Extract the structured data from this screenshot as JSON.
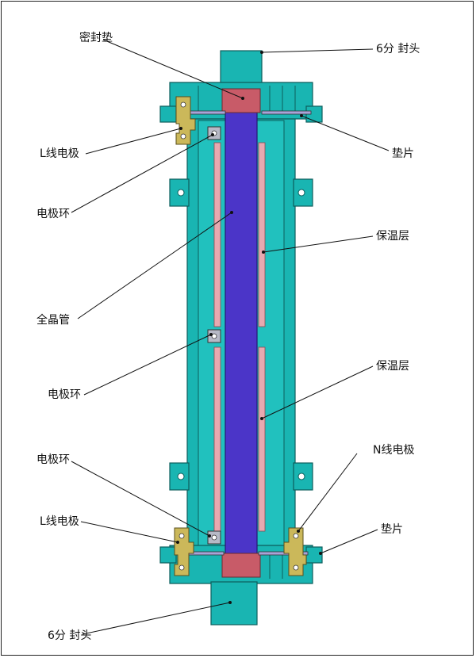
{
  "colors": {
    "housing": "#19b5b2",
    "housing_stroke": "#0d5e5c",
    "tube": "#4b35c8",
    "tube_stroke": "#241870",
    "gasket": "#c85b68",
    "insulation": "#e8a9b0",
    "electrode": "#cbb85a",
    "interior": "#21c1be"
  },
  "labels": {
    "seal_gasket": "密封垫",
    "plug_top": "6分 封头",
    "electrode_L_top": "L线电极",
    "washer_top": "垫片",
    "electrode_ring_1": "电极环",
    "insulation_1": "保温层",
    "crystal_tube": "全晶管",
    "insulation_2": "保温层",
    "electrode_ring_2": "电极环",
    "electrode_ring_3": "电极环",
    "electrode_N": "N线电极",
    "electrode_L_bottom": "L线电极",
    "washer_bottom": "垫片",
    "plug_bottom": "6分 封头"
  }
}
